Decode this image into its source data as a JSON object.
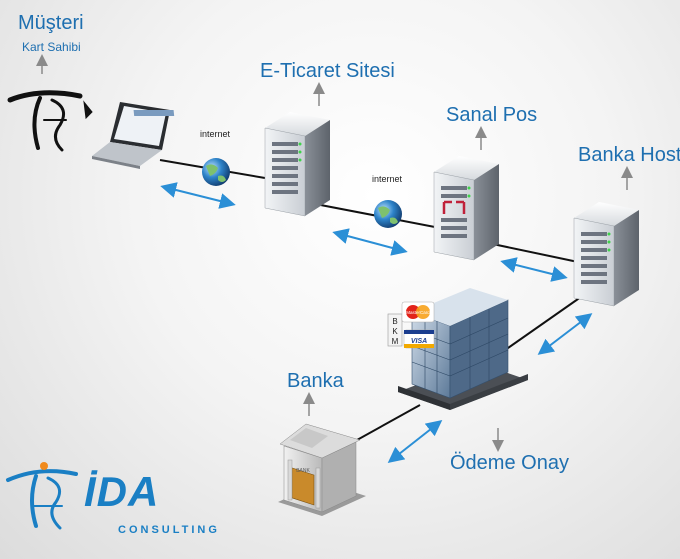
{
  "nodes": {
    "musteri": "Müşteri",
    "kart_sahibi": "Kart Sahibi",
    "eticaret": "E-Ticaret Sitesi",
    "sanal_pos": "Sanal Pos",
    "banka_host": "Banka Host",
    "banka": "Banka",
    "odeme_onay": "Ödeme Onay"
  },
  "network": {
    "internet_1": "internet",
    "internet_2": "internet"
  },
  "card_brands": {
    "mastercard": "MasterCard",
    "visa": "VISA",
    "bkm": [
      "B",
      "K",
      "M"
    ]
  },
  "bank_sign": "BANK",
  "logo": {
    "name": "İDA",
    "sub": "CONSULTING"
  },
  "colors": {
    "label": "#1e6fb0",
    "arrow": "#2b8fd6",
    "logo": "#1a7fc4",
    "connector": "#111111"
  }
}
